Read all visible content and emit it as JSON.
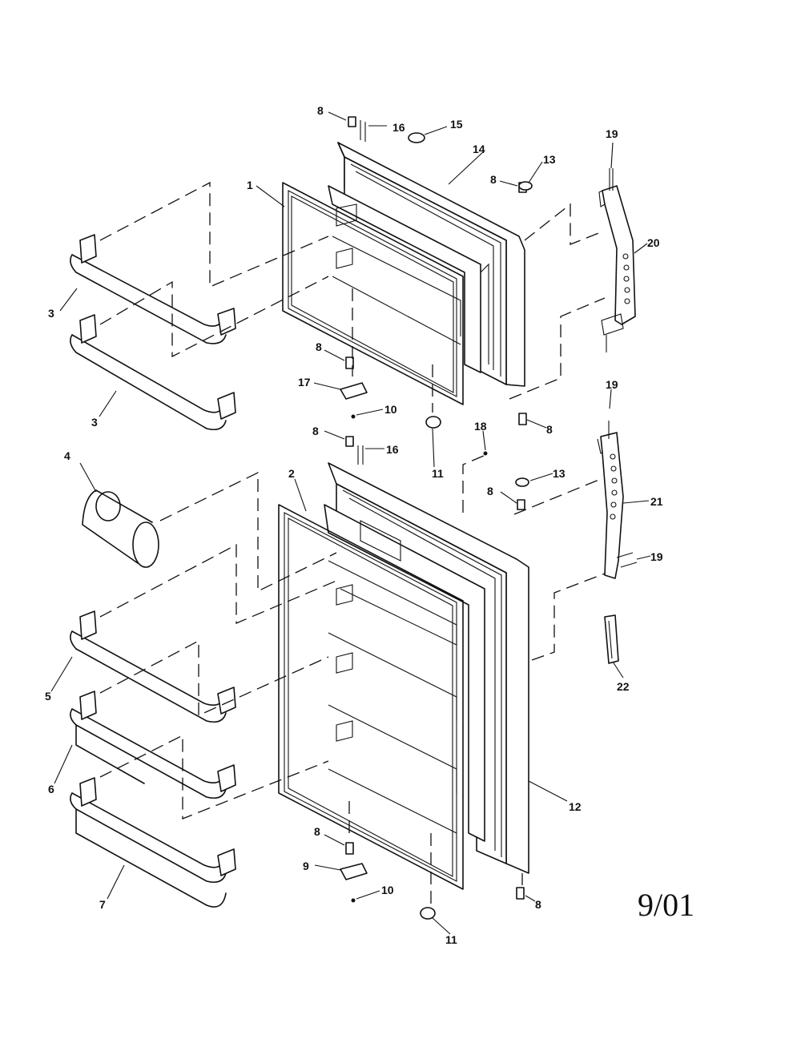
{
  "diagram": {
    "date_code": "9/01",
    "parts": [
      {
        "id": "p1",
        "label": "1"
      },
      {
        "id": "p2",
        "label": "2"
      },
      {
        "id": "p3a",
        "label": "3"
      },
      {
        "id": "p3b",
        "label": "3"
      },
      {
        "id": "p4",
        "label": "4"
      },
      {
        "id": "p5",
        "label": "5"
      },
      {
        "id": "p6",
        "label": "6"
      },
      {
        "id": "p7",
        "label": "7"
      },
      {
        "id": "p8a",
        "label": "8"
      },
      {
        "id": "p8b",
        "label": "8"
      },
      {
        "id": "p8c",
        "label": "8"
      },
      {
        "id": "p8d",
        "label": "8"
      },
      {
        "id": "p8e",
        "label": "8"
      },
      {
        "id": "p8f",
        "label": "8"
      },
      {
        "id": "p8g",
        "label": "8"
      },
      {
        "id": "p8h",
        "label": "8"
      },
      {
        "id": "p9",
        "label": "9"
      },
      {
        "id": "p10a",
        "label": "10"
      },
      {
        "id": "p10b",
        "label": "10"
      },
      {
        "id": "p11a",
        "label": "11"
      },
      {
        "id": "p11b",
        "label": "11"
      },
      {
        "id": "p12",
        "label": "12"
      },
      {
        "id": "p13a",
        "label": "13"
      },
      {
        "id": "p13b",
        "label": "13"
      },
      {
        "id": "p14",
        "label": "14"
      },
      {
        "id": "p15",
        "label": "15"
      },
      {
        "id": "p16a",
        "label": "16"
      },
      {
        "id": "p16b",
        "label": "16"
      },
      {
        "id": "p17",
        "label": "17"
      },
      {
        "id": "p18",
        "label": "18"
      },
      {
        "id": "p19a",
        "label": "19"
      },
      {
        "id": "p19b",
        "label": "19"
      },
      {
        "id": "p19c",
        "label": "19"
      },
      {
        "id": "p20",
        "label": "20"
      },
      {
        "id": "p21",
        "label": "21"
      },
      {
        "id": "p22",
        "label": "22"
      }
    ]
  }
}
